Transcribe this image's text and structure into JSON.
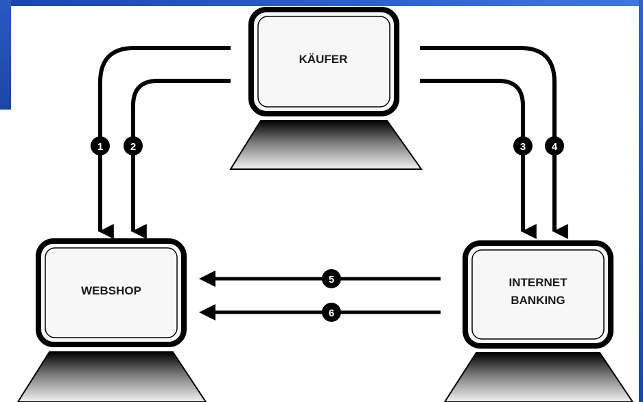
{
  "nodes": {
    "kaeufer": {
      "label": "KÄUFER"
    },
    "webshop": {
      "label": "WEBSHOP"
    },
    "internet_banking": {
      "line1": "INTERNET",
      "line2": "BANKING"
    }
  },
  "steps": [
    "1",
    "2",
    "3",
    "4",
    "5",
    "6"
  ],
  "colors": {
    "accent_blue": "#1c46a6",
    "ink": "#000000"
  }
}
